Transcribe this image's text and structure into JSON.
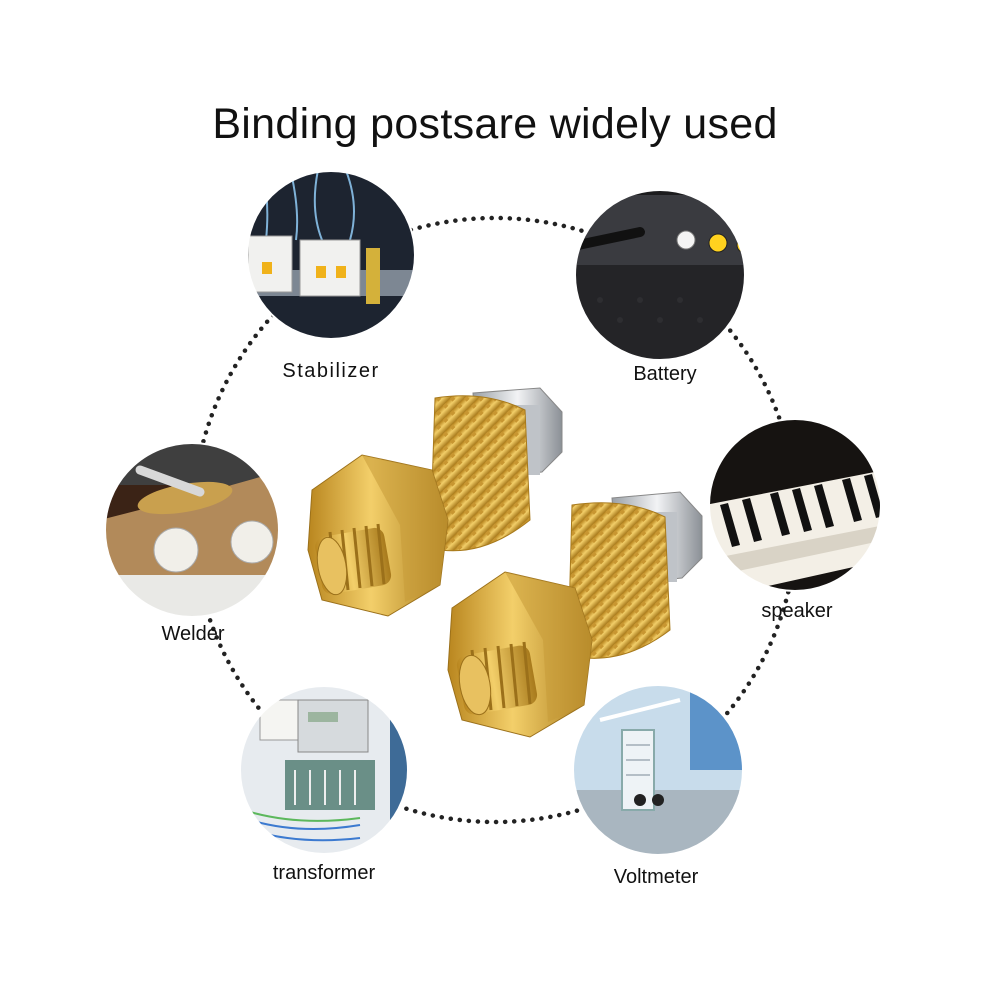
{
  "title": "Binding postsare widely used",
  "applications": [
    {
      "label": "Stabilizer"
    },
    {
      "label": "Battery"
    },
    {
      "label": "speaker"
    },
    {
      "label": "Voltmeter"
    },
    {
      "label": "transformer"
    },
    {
      "label": "Welder"
    }
  ],
  "colors": {
    "brass": "#d9aa3c",
    "brass_dark": "#a87a1c",
    "steel": "#c9ccd0",
    "ring_dots": "#222222",
    "photo_dark": "#1b1b1b"
  }
}
